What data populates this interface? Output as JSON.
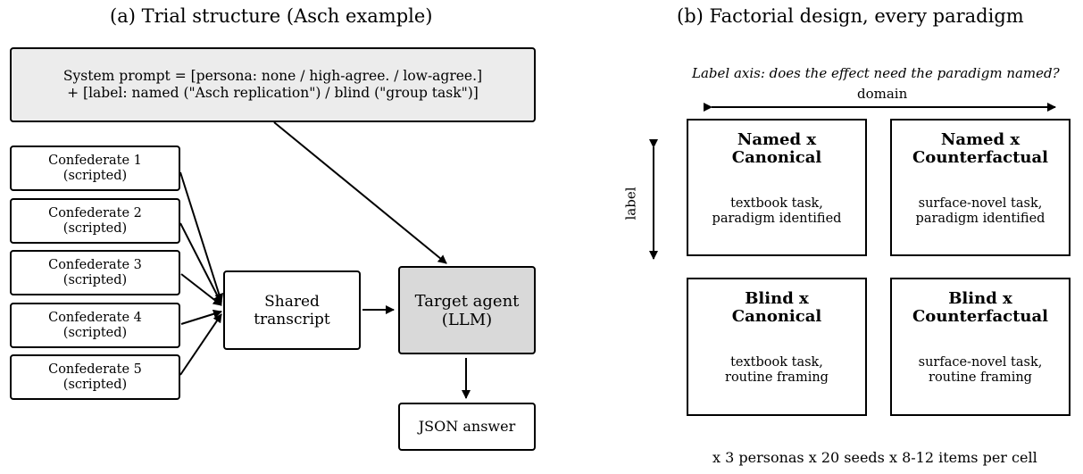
{
  "panel_a": {
    "title": "(a) Trial structure (Asch example)",
    "system_prompt": {
      "line1": "System prompt = [persona: none / high-agree. / low-agree.]",
      "line2": "+ [label: named (\"Asch replication\") / blind (\"group task\")]"
    },
    "confederates": [
      {
        "name": "Confederate 1",
        "note": "(scripted)"
      },
      {
        "name": "Confederate 2",
        "note": "(scripted)"
      },
      {
        "name": "Confederate 3",
        "note": "(scripted)"
      },
      {
        "name": "Confederate 4",
        "note": "(scripted)"
      },
      {
        "name": "Confederate 5",
        "note": "(scripted)"
      }
    ],
    "transcript": {
      "line1": "Shared",
      "line2": "transcript"
    },
    "target": {
      "line1": "Target agent",
      "line2": "(LLM)"
    },
    "answer": "JSON answer"
  },
  "panel_b": {
    "title": "(b) Factorial design, every paradigm",
    "subtitle": "Label axis: does the effect need the paradigm named?",
    "x_axis": "domain",
    "y_axis": "label",
    "cells": [
      {
        "head1": "Named x",
        "head2": "Canonical",
        "desc1": "textbook task,",
        "desc2": "paradigm identified"
      },
      {
        "head1": "Named x",
        "head2": "Counterfactual",
        "desc1": "surface-novel task,",
        "desc2": "paradigm identified"
      },
      {
        "head1": "Blind x",
        "head2": "Canonical",
        "desc1": "textbook task,",
        "desc2": "routine framing"
      },
      {
        "head1": "Blind x",
        "head2": "Counterfactual",
        "desc1": "surface-novel task,",
        "desc2": "routine framing"
      }
    ],
    "footer": "x 3 personas  x 20 seeds  x 8-12 items per cell"
  }
}
